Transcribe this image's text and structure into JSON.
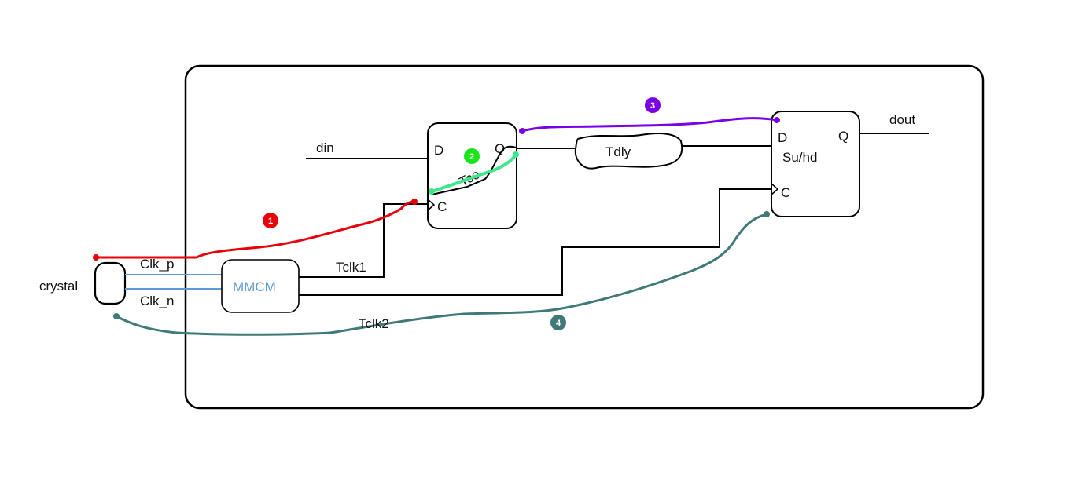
{
  "labels": {
    "crystal": "crystal",
    "clk_p": "Clk_p",
    "clk_n": "Clk_n",
    "mmcm": "MMCM",
    "tclk1": "Tclk1",
    "tclk2": "Tclk2",
    "din": "din",
    "dout": "dout",
    "tdly": "Tdly",
    "tco": "Tco",
    "ff1": {
      "d": "D",
      "q": "Q",
      "c": "C"
    },
    "ff2": {
      "d": "D",
      "q": "Q",
      "c": "C",
      "timing": "Su/hd"
    }
  },
  "paths": [
    {
      "number": "1",
      "color": "#e8000b"
    },
    {
      "number": "2",
      "color": "#3ee88a"
    },
    {
      "number": "3",
      "color": "#7a00e6"
    },
    {
      "number": "4",
      "color": "#3f7a78"
    }
  ],
  "colors": {
    "mmcm_text": "#5b9bd5",
    "diff_pair": "#5b9bd5",
    "badge_2": "#19e619",
    "wire": "#000000"
  }
}
